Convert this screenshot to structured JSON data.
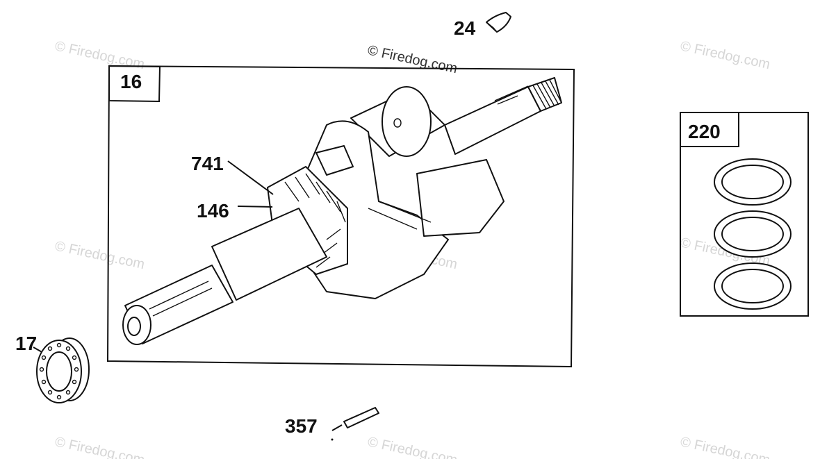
{
  "diagram": {
    "callouts": {
      "crankshaft_box": "16",
      "key": "24",
      "gear_tooth_a": "741",
      "gear_tooth_b": "146",
      "ring_set_box": "220",
      "bearing": "17",
      "pin": "357"
    },
    "watermarks": [
      "© Firedog.com",
      "© Firedog.com",
      "© Firedog.com",
      "© Firedog.com",
      "© Firedog.com",
      "© Firedog.com",
      "© Firedog.com",
      "© Firedog.com",
      "© Firedog.com"
    ]
  }
}
